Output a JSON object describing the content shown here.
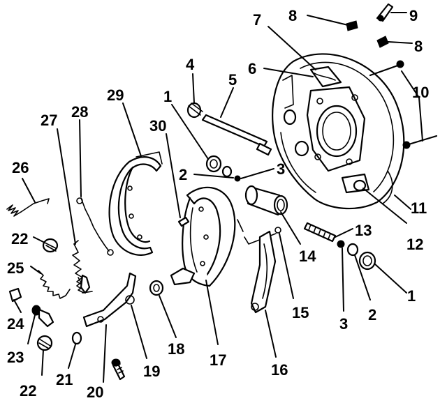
{
  "callouts": {
    "c1a": "1",
    "c1b": "1",
    "c2a": "2",
    "c2b": "2",
    "c3a": "3",
    "c3b": "3",
    "c4": "4",
    "c5": "5",
    "c6": "6",
    "c7": "7",
    "c8a": "8",
    "c8b": "8",
    "c9": "9",
    "c10": "10",
    "c11": "11",
    "c12": "12",
    "c13": "13",
    "c14": "14",
    "c15": "15",
    "c16": "16",
    "c17": "17",
    "c18": "18",
    "c19": "19",
    "c20": "20",
    "c21": "21",
    "c22a": "22",
    "c22b": "22",
    "c23": "23",
    "c24": "24",
    "c25": "25",
    "c26": "26",
    "c27": "27",
    "c28": "28",
    "c29": "29",
    "c30": "30"
  }
}
